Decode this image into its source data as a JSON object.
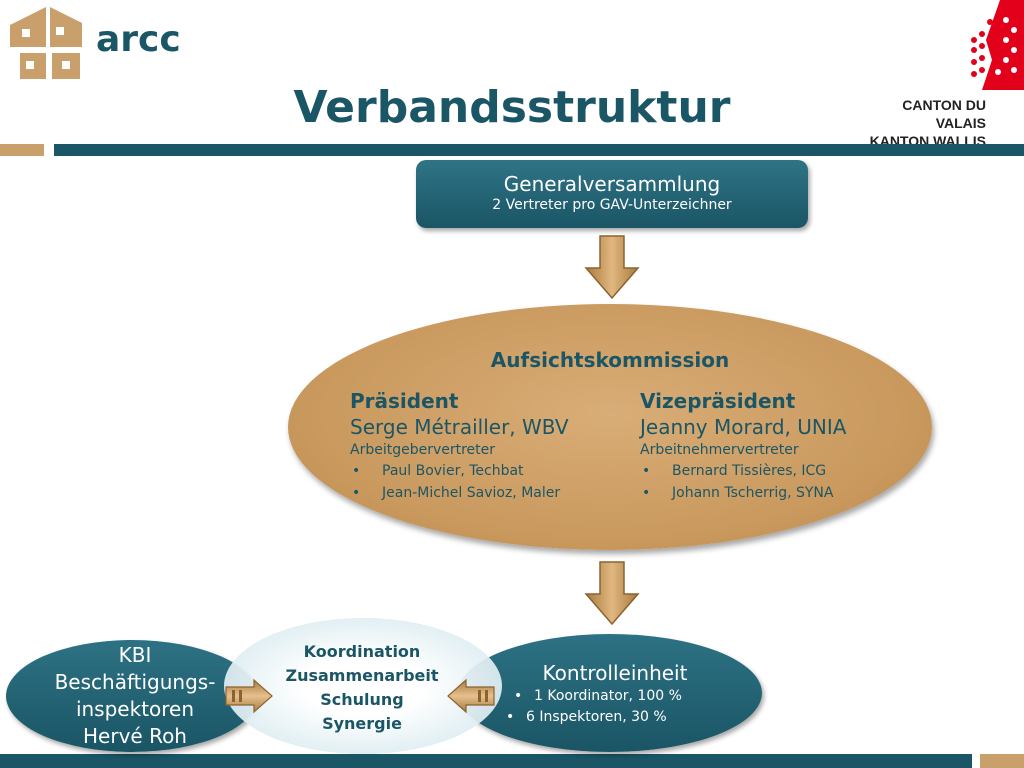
{
  "header": {
    "logo_text": "arcc",
    "title": "Verbandsstruktur",
    "canton_line1": "CANTON DU VALAIS",
    "canton_line2": "KANTON WALLIS"
  },
  "general_assembly": {
    "title": "Generalversammlung",
    "subtitle": "2 Vertreter pro GAV-Unterzeichner"
  },
  "supervisory_commission": {
    "title": "Aufsichtskommission",
    "president": {
      "role": "Präsident",
      "name": "Serge Métrailler, WBV",
      "representative": "Arbeitgebervertreter",
      "members": [
        "Paul Bovier, Techbat",
        "Jean-Michel Savioz, Maler"
      ]
    },
    "vice_president": {
      "role": "Vizepräsident",
      "name": "Jeanny Morard, UNIA",
      "representative": "Arbeitnehmervertreter",
      "members": [
        "Bernard Tissières, ICG",
        "Johann Tscherrig, SYNA"
      ]
    }
  },
  "kbi": {
    "lines": [
      "KBI",
      "Beschäftigungs-",
      "inspektoren",
      "Hervé Roh"
    ]
  },
  "coordination": {
    "lines": [
      "Koordination",
      "Zusammenarbeit",
      "Schulung",
      "Synergie"
    ]
  },
  "control_unit": {
    "title": "Kontrolleinheit",
    "items": [
      "1 Koordinator, 100 %",
      "6 Inspektoren, 30 %"
    ]
  },
  "colors": {
    "teal": "#1b5666",
    "gold": "#c9a06b",
    "flag_red": "#e2001a"
  }
}
